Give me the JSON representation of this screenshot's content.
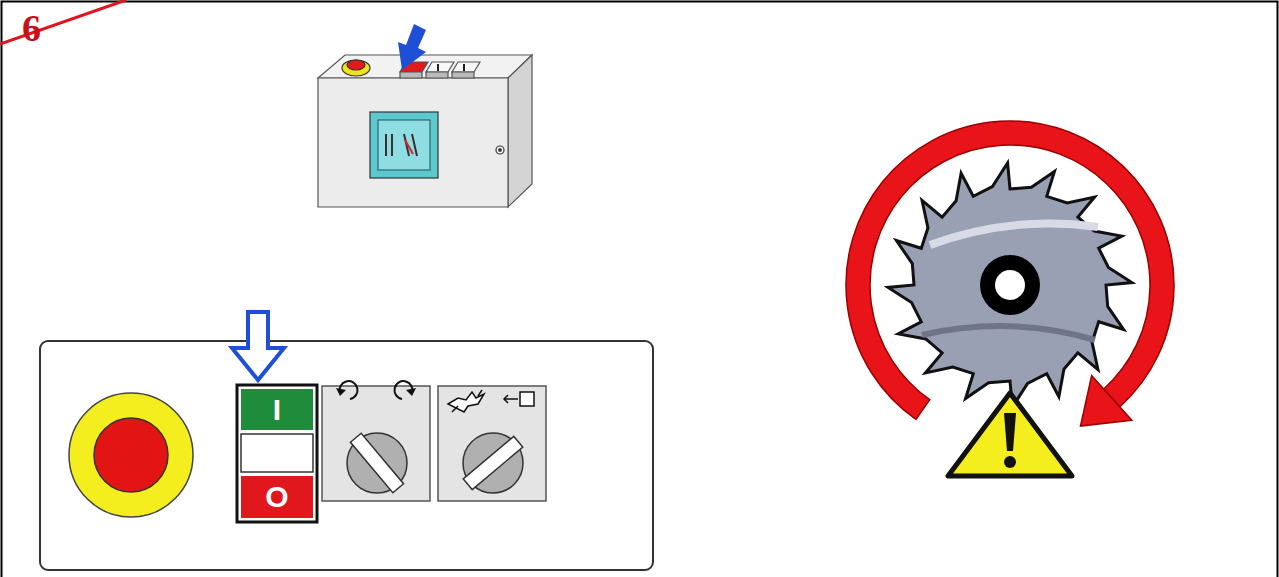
{
  "diagram": {
    "nodes": [
      {
        "text": [
          "I"
        ]
      },
      {
        "text": [
          "O"
        ]
      }
    ],
    "labels": [
      "6"
    ]
  }
}
